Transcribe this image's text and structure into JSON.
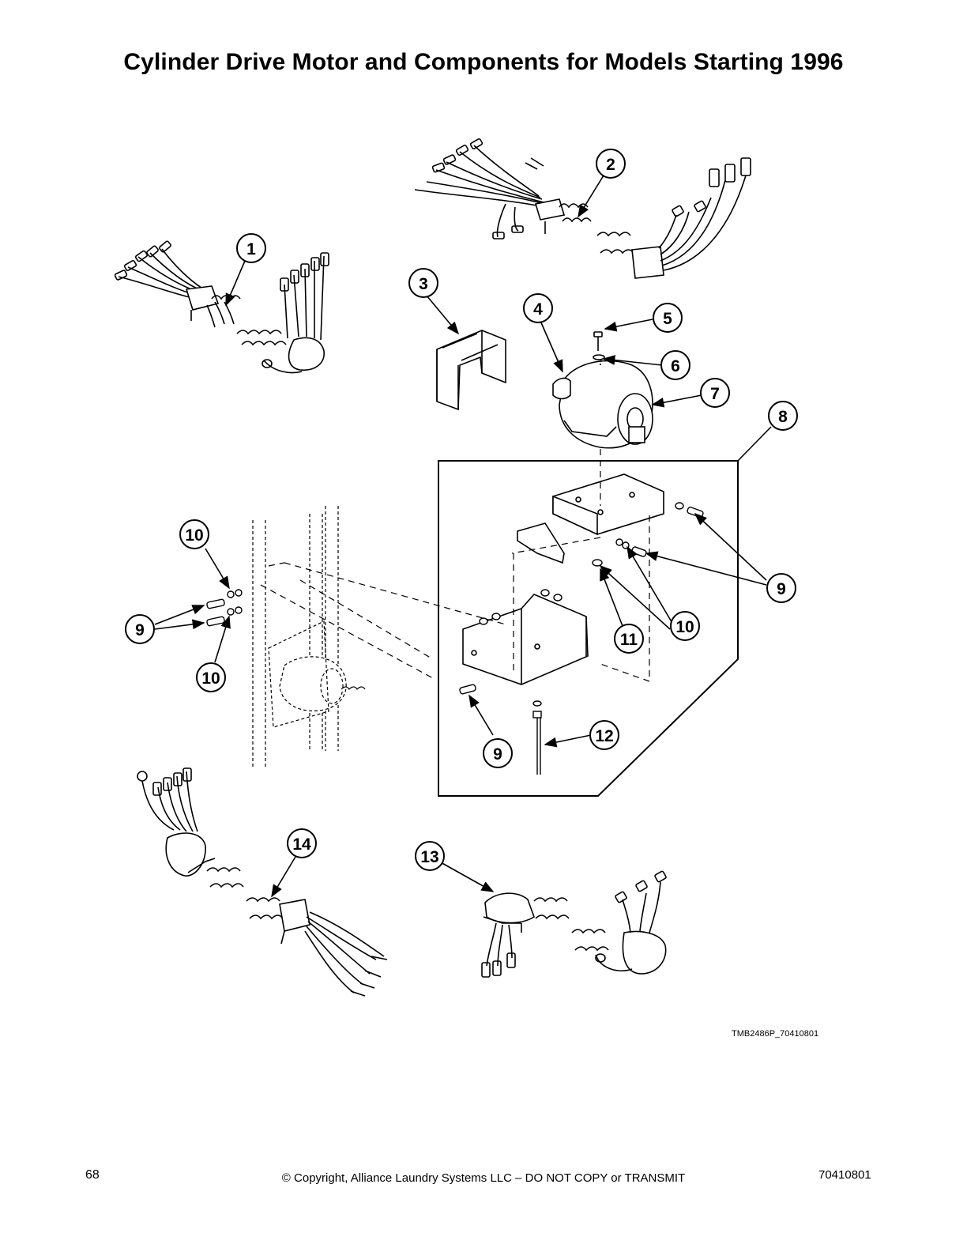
{
  "title": "Cylinder Drive Motor and Components for Models Starting 1996",
  "callouts": [
    "1",
    "2",
    "3",
    "4",
    "5",
    "6",
    "7",
    "8",
    "9",
    "10",
    "11",
    "12",
    "13",
    "14"
  ],
  "figure_id": "TMB2486P_70410801",
  "footer": {
    "page_number": "68",
    "copyright": "© Copyright, Alliance Laundry Systems LLC – DO NOT COPY or TRANSMIT",
    "document_number": "70410801"
  }
}
